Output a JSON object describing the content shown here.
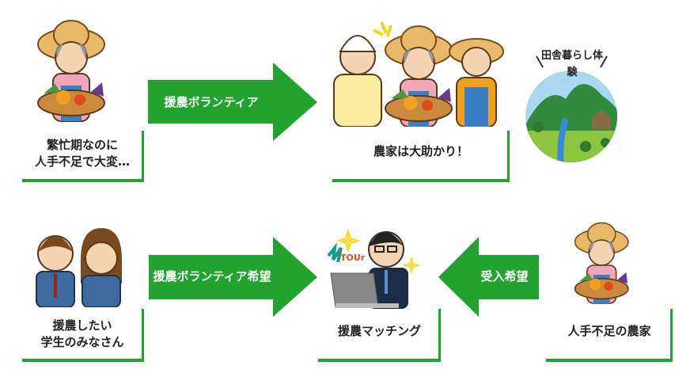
{
  "colors": {
    "accent": "#22a22e",
    "arrow_text": "#ffffff"
  },
  "top_row": {
    "farmer_label_line1": "繁忙期なのに",
    "farmer_label_line2": "人手不足で大変…",
    "arrow_label": "援農ボランティア",
    "result_label": "農家は大助かり！",
    "badge_text": "田舎暮らし体験"
  },
  "bottom_row": {
    "students_label_line1": "援農したい",
    "students_label_line2": "学生のみなさん",
    "arrow_left_label": "援農ボランティア希望",
    "matching_label": "援農マッチング",
    "logo_text": "TOUr",
    "arrow_right_label": "受入希望",
    "farmer_label": "人手不足の農家"
  }
}
